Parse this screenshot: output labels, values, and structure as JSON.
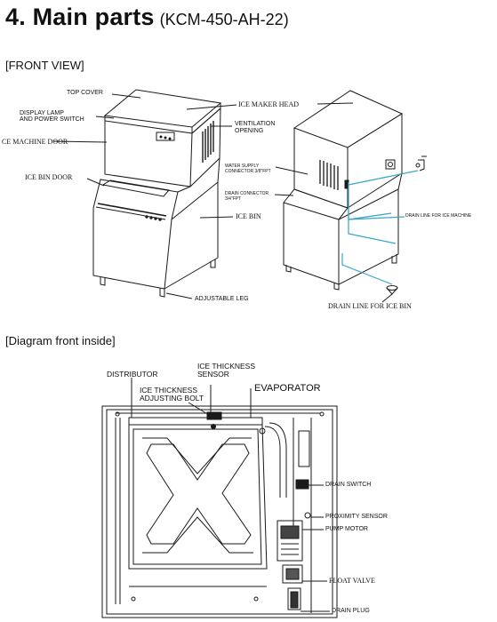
{
  "heading": {
    "title": "4. Main parts",
    "model": "(KCM-450-AH-22)"
  },
  "sections": {
    "front_view": "[FRONT VIEW]",
    "diagram_front_inside": "[Diagram front inside]"
  },
  "front_view_labels": {
    "top_cover": "TOP COVER",
    "display_lamp_1": "DISPLAY LAMP",
    "display_lamp_2": "AND POWER SWITCH",
    "ice_machine_door": "CE MACHINE DOOR",
    "ice_bin_door": "ICE BIN DOOR",
    "ice_maker_head": "ICE MAKER HEAD",
    "ventilation_1": "VENTILATION",
    "ventilation_2": "OPENING",
    "ice_bin": "ICE BIN",
    "adjustable_leg": "ADJUSTABLE LEG",
    "water_supply_1": "WATER SUPPLY",
    "water_supply_2": "CONNECTOR 3/8\"FPT",
    "drain_connector_1": "DRAIN CONNECTOR",
    "drain_connector_2": "3/4\"FPT",
    "drain_line_machine": "DRAIN LINE FOR ICE MACHINE",
    "drain_line_bin": "DRAIN LINE FOR ICE BIN"
  },
  "inside_labels": {
    "distributor": "DISTRIBUTOR",
    "ice_thickness_sensor_1": "ICE THICKNESS",
    "ice_thickness_sensor_2": "SENSOR",
    "ice_thickness_bolt_1": "ICE THICKNESS",
    "ice_thickness_bolt_2": "ADJUSTING BOLT",
    "evaporator": "EVAPORATOR",
    "drain_switch": "DRAIN SWITCH",
    "proximity_sensor": "PROXIMITY SENSOR",
    "pump_motor": "PUMP MOTOR",
    "float_valve": "FLOAT VALVE",
    "drain_plug": "DRAIN PLUG"
  },
  "colors": {
    "line": "#1a1a1a",
    "water_line": "#3aa5c9"
  },
  "icons": {
    "water_tap": "tap-icon",
    "drain_funnel": "drain-icon"
  }
}
